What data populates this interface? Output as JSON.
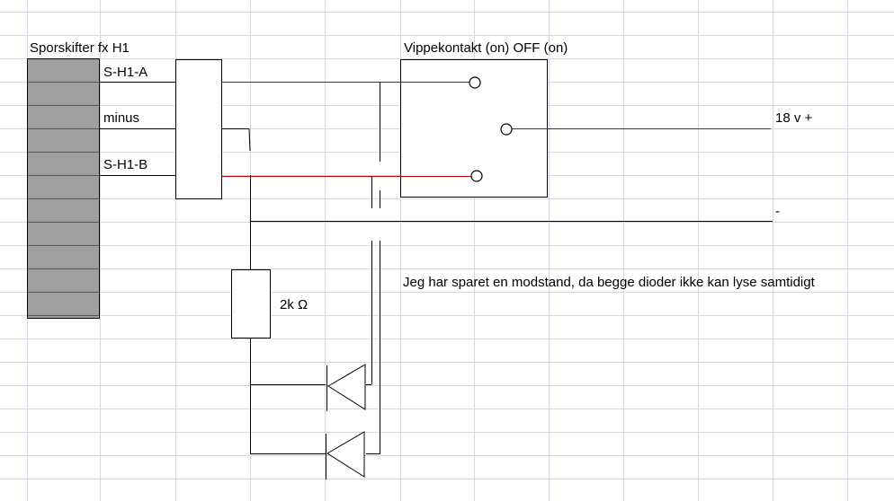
{
  "labels": {
    "device_title": "Sporskifter fx H1",
    "pin_a": "S-H1-A",
    "pin_minus": "minus",
    "pin_b": "S-H1-B",
    "switch_title": "Vippekontakt (on) OFF (on)",
    "supply_plus": "18 v +",
    "supply_minus": "-",
    "resistor_value": "2k Ω",
    "note": "Jeg har sparet en modstand, da begge dioder ikke kan lyse samtidigt"
  },
  "colors": {
    "grid": "#d0d7e5",
    "wire": "#000000",
    "live_wire": "#c00000",
    "device_fill": "#a0a0a0"
  }
}
